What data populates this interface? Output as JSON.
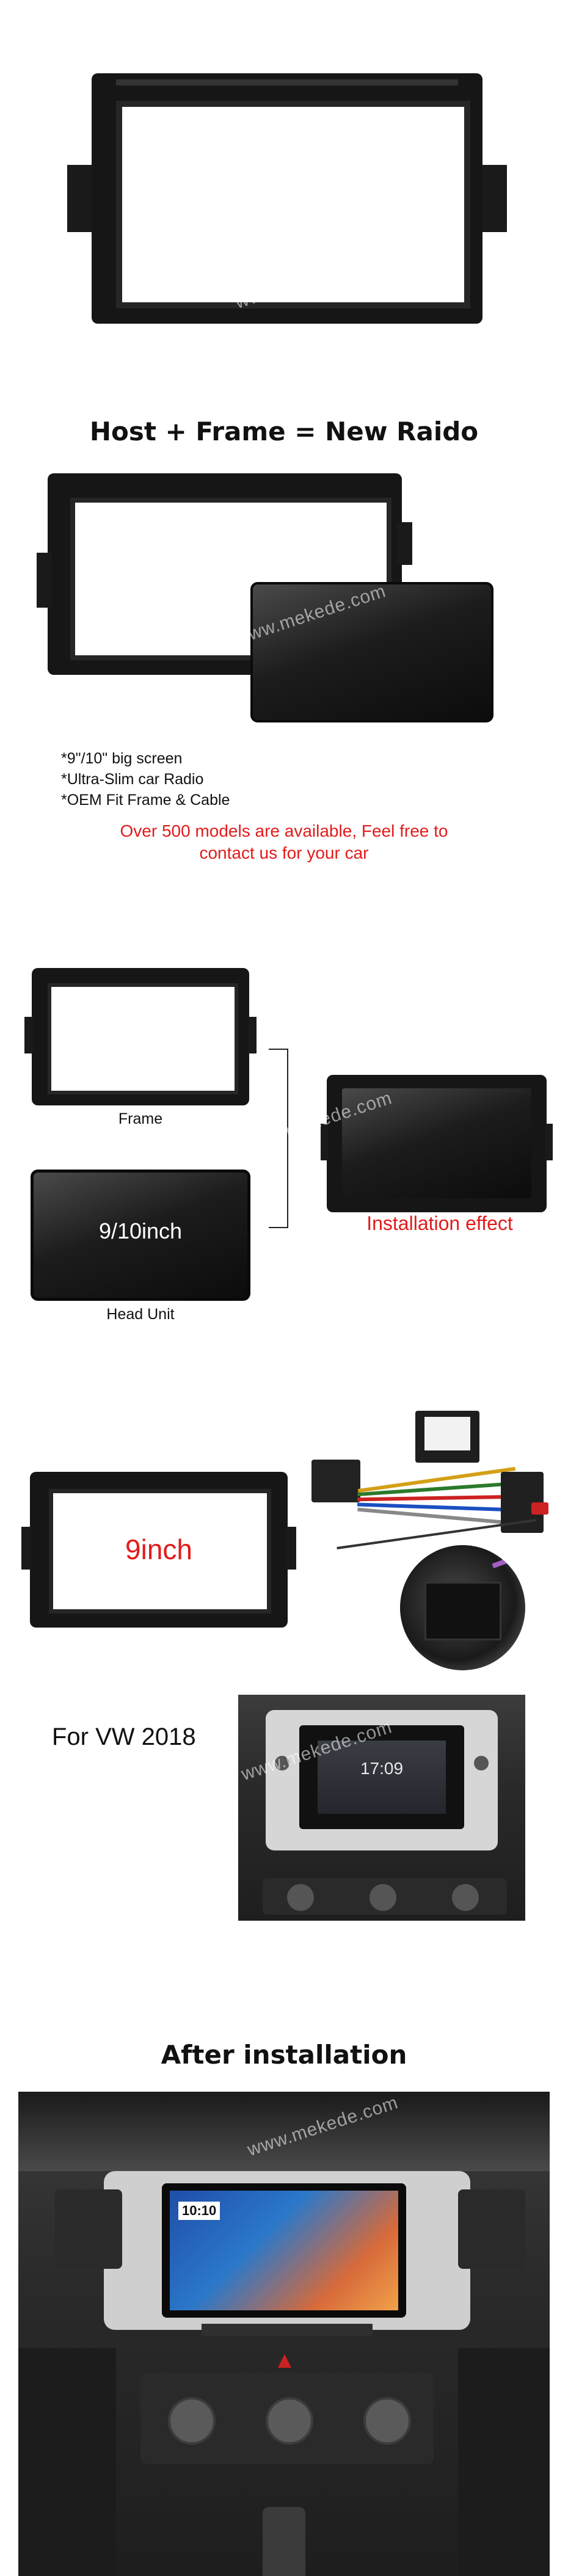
{
  "watermark": "www.mekede.com",
  "heading_top": "Host + Frame = New Raido",
  "features": [
    "*9\"/10\" big screen",
    "*Ultra-Slim car Radio",
    "*OEM Fit Frame & Cable"
  ],
  "notice_line1": "Over 500 models are available,  Feel free to",
  "notice_line2": "contact us for your car",
  "label_frame": "Frame",
  "label_head_unit": "Head Unit",
  "head_unit_screen_text": "9/10inch",
  "label_install_effect": "Installation effect",
  "frame_size_text": "9inch",
  "for_model": "For VW 2018",
  "heading_after": "After installation",
  "factory_screen_time": "17:09",
  "after_screen_time": "10:10",
  "colors": {
    "accent_red": "#e21b1b",
    "frame_black": "#161616"
  }
}
